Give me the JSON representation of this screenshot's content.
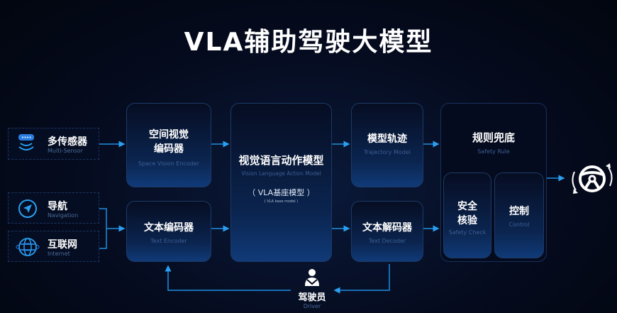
{
  "title": "VLA辅助驾驶大模型",
  "inputs": [
    {
      "cn": "多传感器",
      "en": "Multi-Sensor",
      "icon": "sensor-icon"
    },
    {
      "cn": "导航",
      "en": "Navigation",
      "icon": "navigation-icon"
    },
    {
      "cn": "互联网",
      "en": "Internet",
      "icon": "globe-icon"
    }
  ],
  "space_encoder": {
    "cn1": "空间视觉",
    "cn2": "编码器",
    "en": "Space Vision Encoder"
  },
  "text_encoder": {
    "cn": "文本编码器",
    "en": "Text Encoder"
  },
  "vla": {
    "cn": "视觉语言动作模型",
    "en": "Vision Language Action Model",
    "sub_cn": "（ VLA基座模型 ）",
    "sub_en": "( VLA base model )"
  },
  "trajectory": {
    "cn": "模型轨迹",
    "en": "Trajectory Model"
  },
  "text_decoder": {
    "cn": "文本解码器",
    "en": "Text  Decoder"
  },
  "safety_rule": {
    "cn": "规则兜底",
    "en": "Safety Rule"
  },
  "safety_check": {
    "cn1": "安全",
    "cn2": "核验",
    "en": "Safety Check"
  },
  "control": {
    "cn": "控制",
    "en": "Control"
  },
  "driver": {
    "cn": "驾驶员",
    "en": "Driver"
  },
  "colors": {
    "background": "#03081a",
    "line": "#1e8ee0",
    "box_border": "#1c3a66",
    "accent": "#2a7de1"
  }
}
